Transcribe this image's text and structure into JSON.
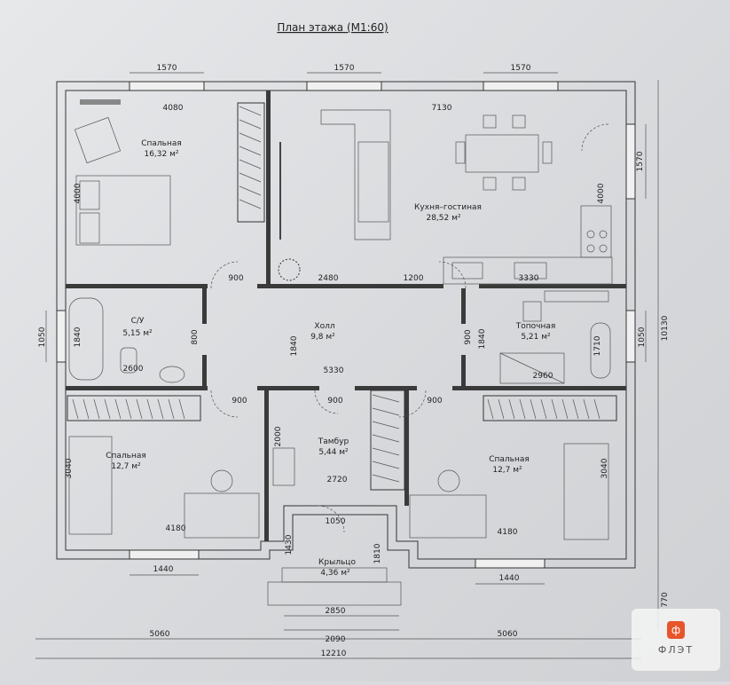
{
  "title": "План этажа (М1:60)",
  "watermark": "ФЛЭТ",
  "rooms": [
    {
      "name": "Спальная",
      "area": "16,32 м²"
    },
    {
      "name": "Кухня–гостиная",
      "area": "28,52 м²"
    },
    {
      "name": "С/У",
      "area": "5,15 м²"
    },
    {
      "name": "Холл",
      "area": "9,8 м²"
    },
    {
      "name": "Топочная",
      "area": "5,21 м²"
    },
    {
      "name": "Спальная",
      "area": "12,7 м²"
    },
    {
      "name": "Тамбур",
      "area": "5,44 м²"
    },
    {
      "name": "Спальная",
      "area": "12,7 м²"
    },
    {
      "name": "Крыльцо",
      "area": "4,36 м²"
    }
  ],
  "dimensions": [
    "1570",
    "1570",
    "1570",
    "4080",
    "7130",
    "4000",
    "4000",
    "1570",
    "900",
    "2480",
    "1200",
    "3330",
    "1050",
    "1840",
    "800",
    "2600",
    "1840",
    "5330",
    "900",
    "1840",
    "1710",
    "2960",
    "1050",
    "10130",
    "900",
    "900",
    "900",
    "2000",
    "2720",
    "3040",
    "3040",
    "4180",
    "4180",
    "1050",
    "1430",
    "1810",
    "1440",
    "1440",
    "2850",
    "2090",
    "5060",
    "5060",
    "12210",
    "770"
  ]
}
